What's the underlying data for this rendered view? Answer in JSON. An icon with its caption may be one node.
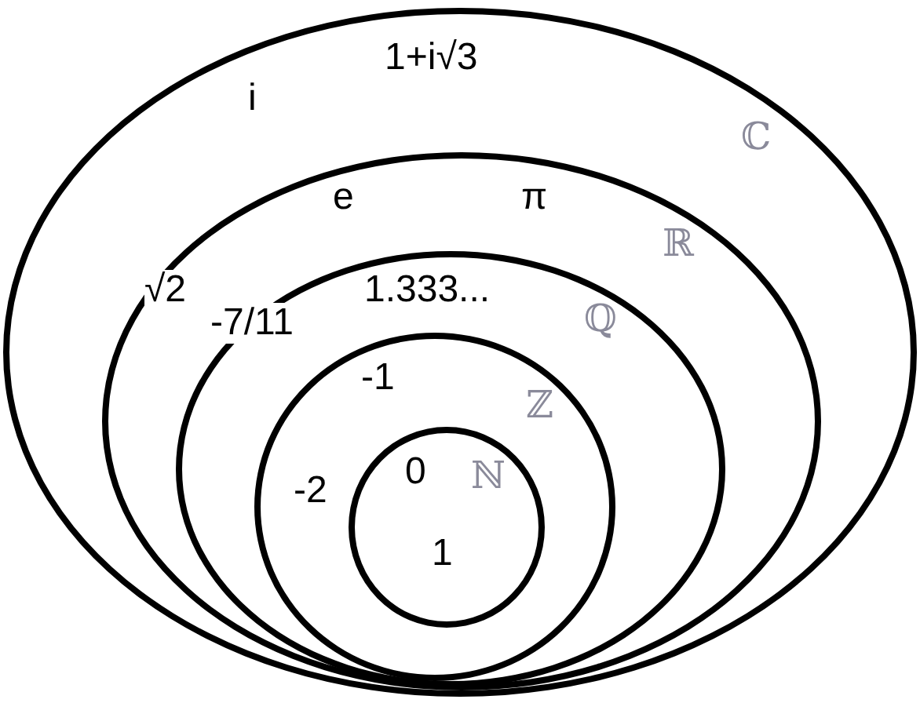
{
  "diagram": {
    "nodes": [
      {
        "text": [
          "1+i√3",
          "i",
          "ℂ"
        ]
      },
      {
        "text": [
          "e",
          "π",
          "ℝ",
          "√2"
        ],
        "in": 0
      },
      {
        "text": [
          "1.333...",
          "-7/11",
          "ℚ"
        ],
        "in": 1
      },
      {
        "text": [
          "-1",
          "ℤ",
          "-2"
        ],
        "in": 2
      },
      {
        "text": [
          "0",
          "ℕ",
          "1"
        ],
        "in": 3
      }
    ]
  }
}
